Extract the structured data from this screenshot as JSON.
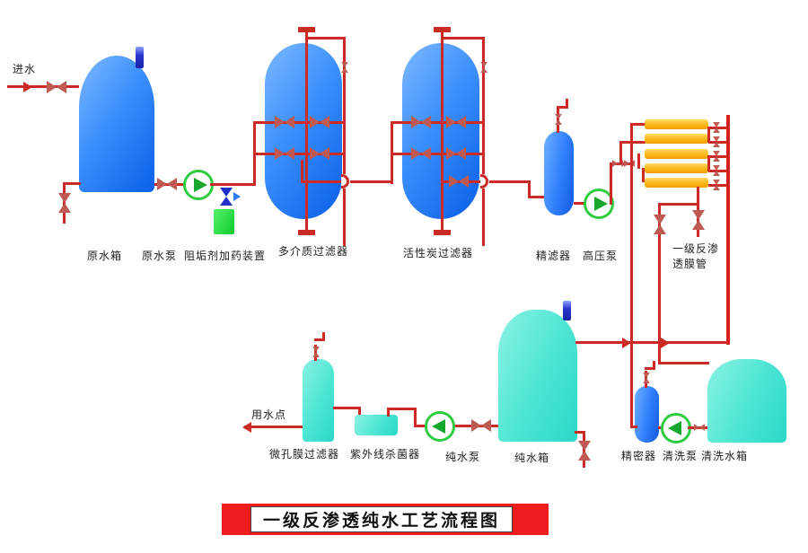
{
  "title": {
    "text": "一级反渗透纯水工艺流程图"
  },
  "labels": {
    "inlet": "进水",
    "raw_tank": "原水箱",
    "raw_pump": "原水泵",
    "dosing_device": "阻垢剂加药装置",
    "mm_filter": "多介质过滤器",
    "ac_filter": "活性炭过滤器",
    "fine_filter": "精滤器",
    "hp_pump": "高压泵",
    "ro_label_line1": "一级反渗",
    "ro_label_line2": "透膜管",
    "use_point": "用水点",
    "micro_filter": "微孔膜过滤器",
    "uv_sterilizer": "紫外线杀菌器",
    "pure_pump": "纯水泵",
    "pure_tank": "纯水箱",
    "precision_filter": "精密器",
    "wash_pump": "清洗泵",
    "wash_tank": "清洗水箱"
  },
  "colors": {
    "pipe_red": "#cc2a25",
    "vessel_blue": "#1b6cf5",
    "tank_cyan": "#3ce0cf",
    "ro_orange": "#f6a506",
    "pump_green": "#2ecc40",
    "valve": "#bf5a52",
    "title_band": "#ee1c1c"
  }
}
